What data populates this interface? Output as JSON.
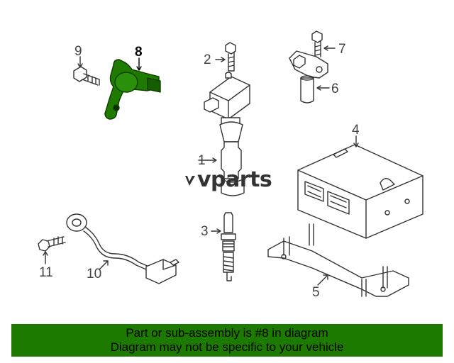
{
  "callouts": {
    "n1": "1",
    "n2": "2",
    "n3": "3",
    "n4": "4",
    "n5": "5",
    "n6": "6",
    "n7": "7",
    "n8": "8",
    "n9": "9",
    "n10": "10",
    "n11": "11"
  },
  "highlighted_part": "8",
  "highlight_color": "#1f7a00",
  "watermark": "vparts",
  "banner": {
    "line1": "Part or sub-assembly is #8 in diagram",
    "line2": "Diagram may not be specific to your vehicle",
    "color": "#1d7a00"
  }
}
